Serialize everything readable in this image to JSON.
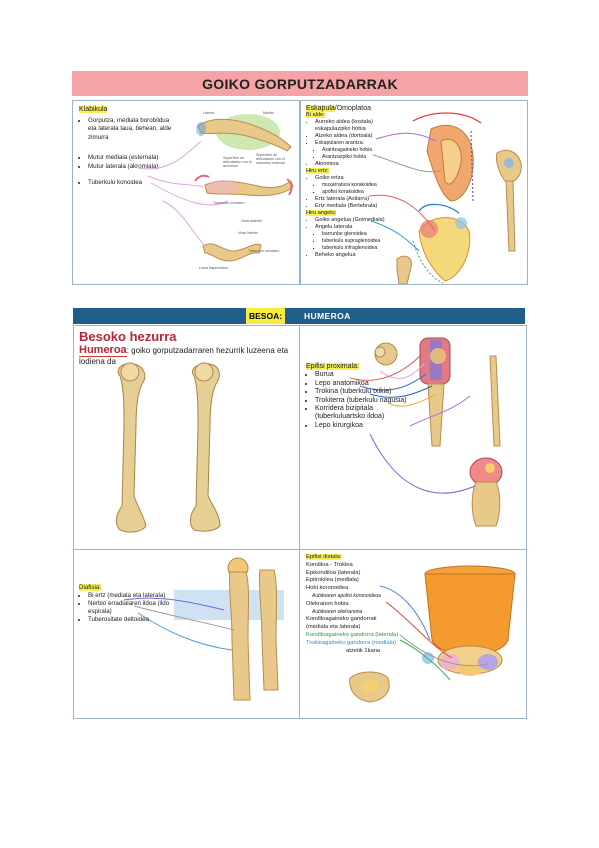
{
  "title": "GOIKO GORPUTZADARRAK",
  "klabikula": {
    "heading": "Klabikula",
    "items": [
      "Gorputza, mediala borobildua eta laterala laua, behean, alde zimurra",
      "Mutur mediala (esternala)",
      "Mutur laterala (akromiala)",
      "Tuberkulu konoidea"
    ],
    "tiny_labels": [
      "Lateral",
      "Medial",
      "Superficie de articulacion con el acromion",
      "Superficie de articulacion con el manubrio esternal",
      "Tuberculo conoideo",
      "Vista anterior",
      "Vista inferior",
      "Linea trapezoidea",
      "Tuberculo conoideo"
    ]
  },
  "eskapula": {
    "heading_a": "Eskapula",
    "heading_b": "/Omoplatoa",
    "bi_alde": "Bi alde:",
    "alde_items": [
      "Aurreko aldea (kostala)",
      "eskapulazpiko hobia",
      "Atzeko aldea (dortsala)"
    ],
    "sub_items": [
      "Eskapularen arantza:",
      "Arantzagaineko hobia",
      "Arantzazpiko hobia"
    ],
    "akromioa": "Akromioa",
    "hiru_ertz": "Hiru ertz:",
    "ertz_items": [
      "Goiko ertza",
      "Ertz laterala (Axilarra)",
      "Ertz mediala (Bertebrala)"
    ],
    "goiko_sub": [
      "muxarratura korakoidea",
      "apofisi korakoidea"
    ],
    "hiru_angelu": "Hiru angelu:",
    "angelu_items": [
      "Goiko angelua (Goimediala)",
      "Angelu laterala",
      "Beheko angelua"
    ],
    "angelu_sub": [
      "barrunbe glenoidea",
      "tuberkulu supraglenoidea",
      "tuberkulu infraglenoidea"
    ]
  },
  "besoa": {
    "tag": "BESOA:",
    "section": "HUMEROA",
    "heading": "Besoko hezurra",
    "humeroa_word": "Humeroa",
    "description": ": goiko gorputzadarraren hezurrik luzeena eta lodiena da"
  },
  "proximala": {
    "heading": "Epifisi proximala:",
    "items": [
      "Burua",
      "Lepo anatomikoa",
      "Trokina (tuberkulu txikia)",
      "Trokiterra (tuberkulu nagusia)",
      "Korridera bizipitala (tuberkuluartsko ildoa)",
      "Lepo kirurgikoa"
    ]
  },
  "diafisia": {
    "heading": "Diafisia:",
    "items": [
      "Bi ertz (mediala eta laterala)",
      "Nerbio erradialaren ildoa (ildo espirala)",
      "Tuberositate deltoidea"
    ]
  },
  "distala": {
    "heading": "Epifisi distala:",
    "lines": [
      "Kondiloa - Troklea",
      "Epikondiloa (laterala)",
      "Epitrokilea (mediala)",
      "Hobi koronoidea"
    ],
    "italic1": "Aubitoaren apofisi koronoideoa",
    "line5": "Olekranon hobia",
    "italic2": "Aubitoaren olekranona",
    "line6": "Kondiloagaineko gandorrak",
    "line7": "(mediala eta laterala)",
    "green1": "Kondiloagaineko gandorra (laterala)",
    "green2": "Trokleagaineko gandorra (mediala)",
    "note": "atzetik 1kana"
  },
  "colors": {
    "title_bg": "#f5a3a6",
    "header_bg": "#1f5d8a",
    "highlight_yellow": "#f5ef5a",
    "highlight_green": "#a9ea77",
    "accent_red": "#b7243a"
  }
}
